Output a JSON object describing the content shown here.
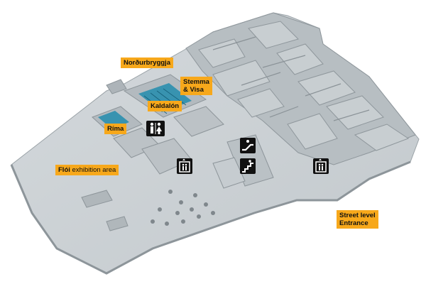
{
  "labels": {
    "nordurbryggja": "Norðurbryggja",
    "stemma_line1": "Stemma",
    "stemma_line2": "& Visa",
    "kaldalon": "Kaldalón",
    "rima": "Ríma",
    "floi_name": "Flói",
    "floi_rest": "exhibition area",
    "street_line1": "Street level",
    "street_line2": "Entrance"
  },
  "icons": {
    "restroom": "restroom-icon",
    "escalator": "escalator-icon",
    "stairs": "stairs-icon",
    "elevator_left": "elevator-icon",
    "elevator_right": "elevator-icon"
  },
  "colors": {
    "label_bg": "#f7a81b",
    "floor": "#c9cfd3",
    "walls": "#a9b1b6",
    "icon_bg": "#111111",
    "water": "#1e8fb4"
  }
}
